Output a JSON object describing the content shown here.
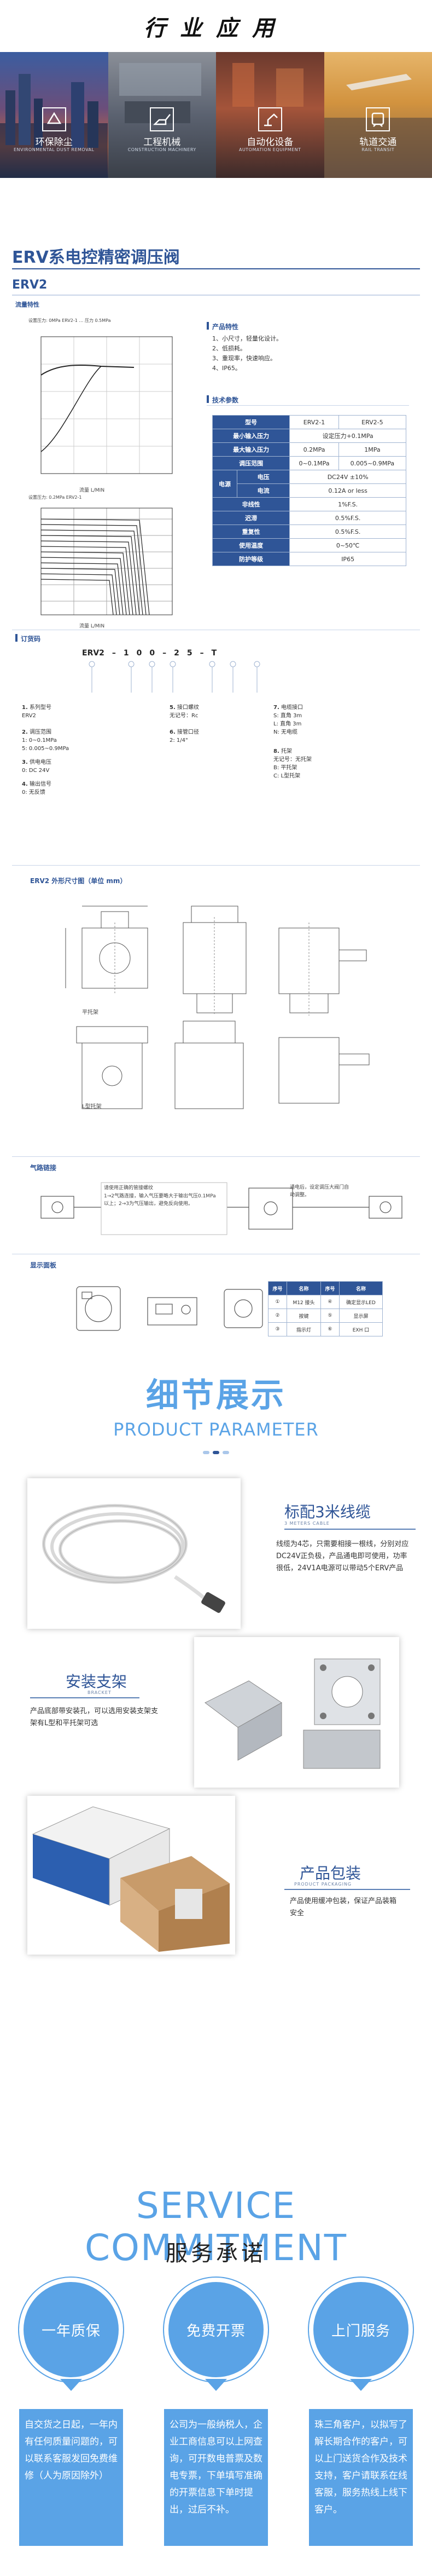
{
  "header": {
    "title": "行业应用"
  },
  "banner": [
    {
      "title": "环保除尘",
      "sub": "ENVIRONMENTAL DUST REMOVAL",
      "icon": "recycle-icon"
    },
    {
      "title": "工程机械",
      "sub": "CONSTRUCTION MACHINERY",
      "icon": "excavator-icon"
    },
    {
      "title": "自动化设备",
      "sub": "AUTOMATION EQUIPMENT",
      "icon": "robot-arm-icon"
    },
    {
      "title": "轨道交通",
      "sub": "RAIL TRANSIT",
      "icon": "train-icon"
    }
  ],
  "product": {
    "title": "ERV系电控精密调压阀",
    "model": "ERV2",
    "flow_label": "流量特性",
    "chart1_top": "设置压力: 0MPa  ERV2-1  …  压力 0.5MPa",
    "chart2_top": "设置压力: 0.2MPa  ERV2-1",
    "chart_xlabel": "流量 L/MIN",
    "features_title": "产品特性",
    "features": [
      "1、小尺寸，轻量化设计。",
      "2、低损耗。",
      "3、重现率，快速响应。",
      "4、IP65。"
    ],
    "spec_title": "技术参数",
    "spec": {
      "model_label": "型号",
      "m1": "ERV2-1",
      "m2": "ERV2-5",
      "rows": [
        {
          "k": "最小输入压力",
          "v": "设定压力+0.1MPa",
          "span": true
        },
        {
          "k": "最大输入压力",
          "v1": "0.2MPa",
          "v2": "1MPa"
        },
        {
          "k": "调压范围",
          "v1": "0~0.1MPa",
          "v2": "0.005~0.9MPa"
        }
      ],
      "power_label": "电源",
      "power_rows": [
        {
          "k": "电压",
          "v": "DC24V ±10%"
        },
        {
          "k": "电流",
          "v": "0.12A or less"
        }
      ],
      "rows2": [
        {
          "k": "非线性",
          "v": "1%F.S."
        },
        {
          "k": "迟滞",
          "v": "0.5%F.S."
        },
        {
          "k": "重复性",
          "v": "0.5%F.S."
        },
        {
          "k": "使用温度",
          "v": "0~50℃"
        },
        {
          "k": "防护等级",
          "v": "IP65"
        }
      ]
    },
    "order_title": "订货码",
    "order_code": [
      "ERV2",
      "–",
      "1",
      "0",
      "0",
      "–",
      "2",
      "5",
      "–",
      "T"
    ],
    "order_notes": [
      {
        "n": "1.",
        "lines": [
          "系列型号",
          "ERV2"
        ]
      },
      {
        "n": "2.",
        "lines": [
          "调压范围",
          "1: 0~0.1MPa",
          "5: 0.005~0.9MPa"
        ]
      },
      {
        "n": "3.",
        "lines": [
          "供电电压",
          "0: DC 24V"
        ]
      },
      {
        "n": "4.",
        "lines": [
          "输出信号",
          "0: 无反馈"
        ]
      },
      {
        "n": "5.",
        "lines": [
          "接口螺纹",
          "无记号：Rc"
        ]
      },
      {
        "n": "6.",
        "lines": [
          "接管口径",
          "2: 1/4\""
        ]
      },
      {
        "n": "7.",
        "lines": [
          "电缆接口",
          "S: 直角 3m",
          "L: 直角 3m",
          "N: 无电缆"
        ]
      },
      {
        "n": "8.",
        "lines": [
          "托架",
          "无记号：无托架",
          "B: 平托架",
          "C: L型托架"
        ]
      }
    ],
    "dim_title": "ERV2 外形尺寸图（单位 mm）",
    "dim_flat": "平托架",
    "dim_l": "L型托架",
    "pneu_title": "气路链接",
    "pneu_note1": "请使用正确的管接螺纹",
    "pneu_note2": "1→2气路连接，输入气压要略大于输出气压0.1MPa以上；2→3为气压输出，避免反向使用。",
    "pneu_note3": "通电后，设定调压大阀门自动调整。",
    "display_title": "显示面板",
    "display_table": {
      "head": [
        "序号",
        "名称",
        "序号",
        "名称"
      ],
      "rows": [
        [
          "①",
          "M12 接头",
          "④",
          "确定显示LED"
        ],
        [
          "②",
          "按键",
          "⑤",
          "显示屏"
        ],
        [
          "③",
          "指示灯",
          "⑥",
          "EXH 口"
        ]
      ]
    }
  },
  "detail": {
    "title": "细节展示",
    "sub": "PRODUCT PARAMETER",
    "cable": {
      "title": "标配3米线缆",
      "sub": "3 METERS CABLE",
      "desc": "线缆为4芯，只需要相接一根线，分别对应DC24V正负极，产品通电即可使用，功率很低，24V1A电源可以带动5个ERV产品"
    },
    "bracket": {
      "title": "安装支架",
      "sub": "BRACKET",
      "desc": "产品底部带安装孔，可以选用安装支架支架有L型和平托架可选"
    },
    "package": {
      "title": "产品包装",
      "sub": "PRODUCT PACKAGING",
      "desc": "产品使用缓冲包装，保证产品装箱安全"
    }
  },
  "service": {
    "title": "SERVICE COMMITMENT",
    "sub": "服务承诺",
    "items": [
      {
        "name": "一年质保",
        "desc": "自交货之日起，一年内有任何质量问题的，可以联系客服发回免费维修（人为原因除外）"
      },
      {
        "name": "免费开票",
        "desc": "公司为一般纳税人，企业工商信息可以上网查询，可开数电普票及数电专票，下单填写准确的开票信息下单时提出，过后不补。"
      },
      {
        "name": "上门服务",
        "desc": "珠三角客户，以拟写了解长期合作的客户，可以上门送货合作及技术支持，客户请联系在线客服，服务热线上线下客户。"
      }
    ]
  }
}
